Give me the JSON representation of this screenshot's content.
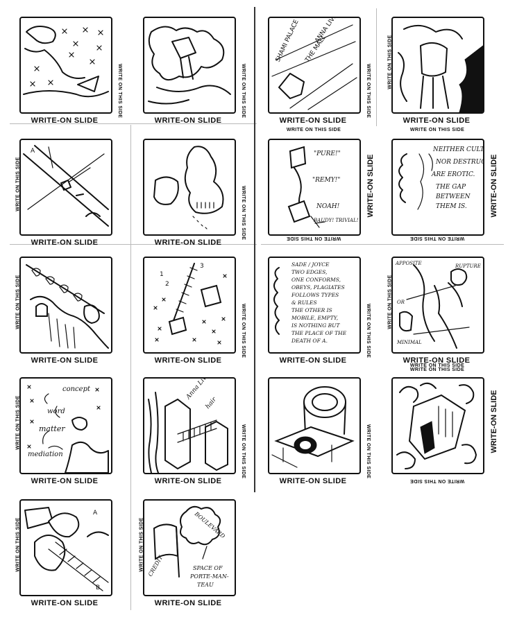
{
  "sheet": {
    "caption": "WRITE-ON SLIDE",
    "side_label": "WRITE ON THIS SIDE"
  },
  "slides": [
    {
      "id": 1,
      "texts": []
    },
    {
      "id": 2,
      "texts": []
    },
    {
      "id": 3,
      "texts": [
        "ANNA LIVIA",
        "SHAMI PALACE",
        "THE MALL"
      ]
    },
    {
      "id": 4,
      "texts": []
    },
    {
      "id": 5,
      "texts": [
        "A"
      ]
    },
    {
      "id": 6,
      "texts": []
    },
    {
      "id": 7,
      "texts": [
        "\"PURE!\"",
        "\"REMY!\"",
        "NOAH!",
        "BAUDY! TRIVIAL!"
      ]
    },
    {
      "id": 8,
      "texts": [
        "NEITHER CULTURE",
        "NOR DESTRUCTION",
        "ARE EROTIC.",
        "THE GAP",
        "BETWEEN",
        "THEM IS."
      ]
    },
    {
      "id": 9,
      "texts": []
    },
    {
      "id": 10,
      "texts": [
        "1",
        "2",
        "3"
      ]
    },
    {
      "id": 11,
      "texts": [
        "SADE / JOYCE",
        "TWO EDGES,",
        "ONE CONFORMS,",
        "OBEYS, PLAGIATES",
        "FOLLOWS TYPES",
        "& RULES",
        "THE OTHER IS",
        "MOBILE, EMPTY,",
        "IS NOTHING BUT",
        "THE PLACE OF THE",
        "DEATH OF A."
      ]
    },
    {
      "id": 12,
      "texts": [
        "APPOSITE",
        "RUPTURE",
        "OR",
        "MINIMAL"
      ]
    },
    {
      "id": 13,
      "texts": [
        "concept",
        "word",
        "matter",
        "mediation"
      ]
    },
    {
      "id": 14,
      "texts": [
        "Anna Livia's",
        "hair"
      ]
    },
    {
      "id": 15,
      "texts": []
    },
    {
      "id": 16,
      "texts": []
    },
    {
      "id": 17,
      "texts": [
        "A",
        "B"
      ]
    },
    {
      "id": 18,
      "texts": [
        "BOULEVARD",
        "CREDIT",
        "SPACE OF",
        "PORTE-MAN-",
        "TEAU"
      ]
    }
  ]
}
